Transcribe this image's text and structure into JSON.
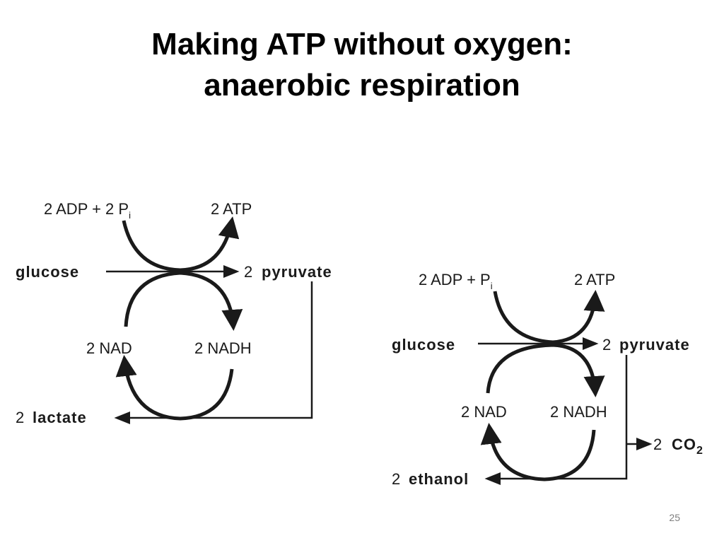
{
  "title": {
    "line1": "Making ATP without oxygen:",
    "line2": "anaerobic respiration"
  },
  "left_diagram": {
    "adp_label": "2 ADP + 2 P",
    "adp_sub": "i",
    "atp_label": "2 ATP",
    "glucose_label": "glucose",
    "pyruvate_coef": "2",
    "pyruvate_label": "pyruvate",
    "nad_label": "2 NAD",
    "nadh_label": "2 NADH",
    "lactate_coef": "2",
    "lactate_label": "lactate"
  },
  "right_diagram": {
    "adp_label": "2 ADP + P",
    "adp_sub": "i",
    "atp_label": "2 ATP",
    "glucose_label": "glucose",
    "pyruvate_coef": "2",
    "pyruvate_label": "pyruvate",
    "nad_label": "2 NAD",
    "nadh_label": "2 NADH",
    "co2_coef": "2",
    "co2_label": "CO",
    "co2_sub": "2",
    "ethanol_coef": "2",
    "ethanol_label": "ethanol"
  },
  "slide_number": "25",
  "colors": {
    "ink": "#1a1a1a",
    "page_number": "#7f7f7f"
  }
}
